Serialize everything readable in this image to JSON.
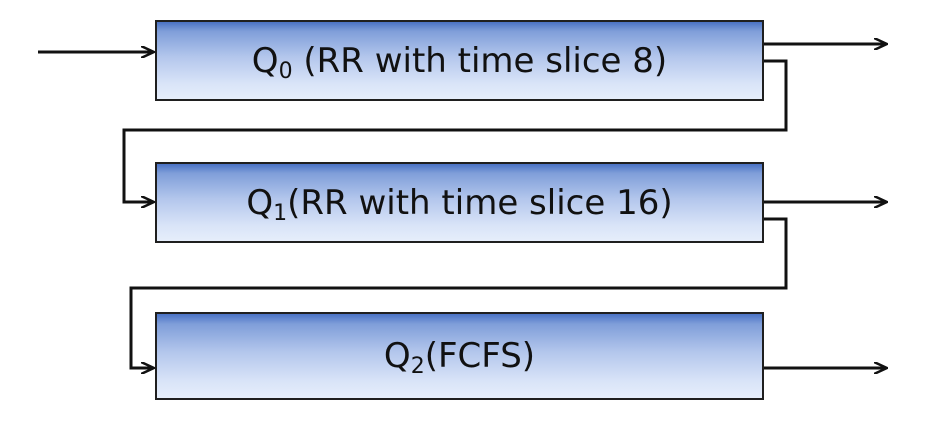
{
  "diagram": {
    "queues": [
      {
        "letter": "Q",
        "index": "0",
        "label": " (RR with time slice 8)"
      },
      {
        "letter": "Q",
        "index": "1",
        "label": "(RR with time slice 16)"
      },
      {
        "letter": "Q",
        "index": "2",
        "label": "(FCFS)"
      }
    ],
    "colors": {
      "line": "#111111",
      "box_border": "#1f1f1f",
      "box_top": "#4a72c4",
      "box_bottom": "#e6eefb"
    }
  }
}
